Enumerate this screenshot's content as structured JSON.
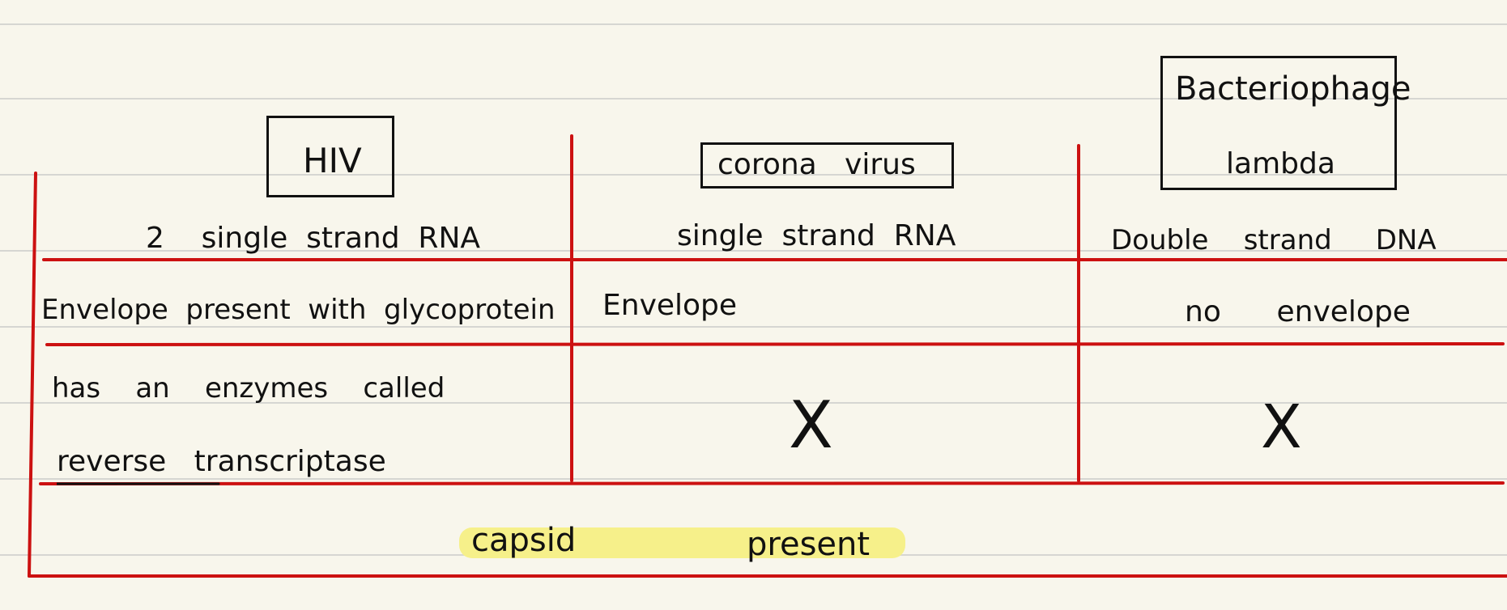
{
  "headers": {
    "hiv": "HIV",
    "corona": "corona   virus",
    "phage_line1": "Bacteriophage",
    "phage_line2": "lambda"
  },
  "rows": {
    "genome": {
      "hiv": "2    single  strand  RNA",
      "corona": "single  strand  RNA",
      "phage": "Double    strand     DNA"
    },
    "envelope": {
      "hiv": "Envelope  present  with  glycoprotein",
      "corona": "Envelope",
      "phage": "no      envelope"
    },
    "enzyme": {
      "hiv_line1": "has    an    enzymes    called",
      "hiv_line2": "reverse   transcriptase",
      "corona": "X",
      "phage": "X"
    }
  },
  "footer": {
    "capsid_word": "capsid",
    "present_word": "present"
  },
  "colors": {
    "paper": "#f8f6ec",
    "ruled_line": "#d6d6d2",
    "table_line": "#cc1111",
    "ink": "#111111",
    "highlight": "#f6f08a"
  }
}
